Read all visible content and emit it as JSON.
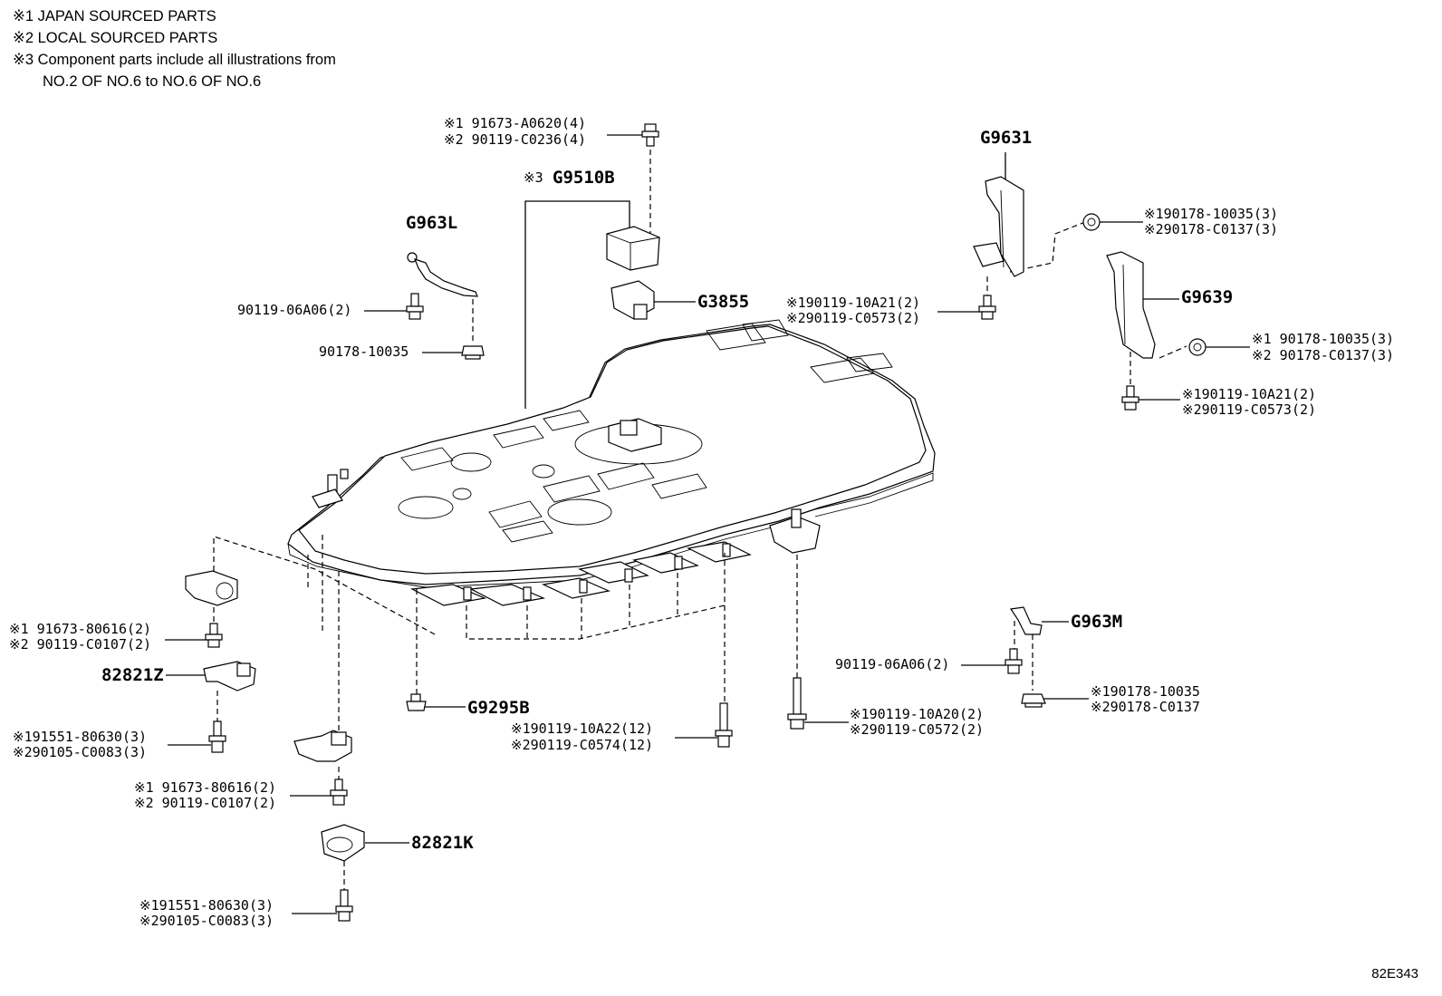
{
  "notes": [
    "※1 JAPAN SOURCED PARTS",
    "※2 LOCAL SOURCED PARTS",
    "※3 Component parts include all illustrations from",
    "NO.2 OF NO.6 to NO.6 OF NO.6"
  ],
  "labels": {
    "top_bolt_1": "※1 91673-A0620(4)",
    "top_bolt_2": "※2 90119-C0236(4)",
    "g9510b_prefix": "※3",
    "g9510b": "G9510B",
    "g963l": "G963L",
    "bolt_90119_06a06_left": "90119-06A06(2)",
    "nut_90178_10035": "90178-10035",
    "g3855": "G3855",
    "g9631": "G9631",
    "g9631_nut_1": "※190178-10035(3)",
    "g9631_nut_2": "※290178-C0137(3)",
    "g9631_bolt_1": "※190119-10A21(2)",
    "g9631_bolt_2": "※290119-C0573(2)",
    "g9639": "G9639",
    "g9639_nut_1": "※1 90178-10035(3)",
    "g9639_nut_2": "※2 90178-C0137(3)",
    "g9639_bolt_1": "※190119-10A21(2)",
    "g9639_bolt_2": "※290119-C0573(2)",
    "left_bolt_1": "※1 91673-80616(2)",
    "left_bolt_2": "※2 90119-C0107(2)",
    "p82821z": "82821Z",
    "left_bolt2_1": "※191551-80630(3)",
    "left_bolt2_2": "※290105-C0083(3)",
    "mid_bolt_1": "※1 91673-80616(2)",
    "mid_bolt_2": "※2 90119-C0107(2)",
    "p82821k": "82821K",
    "bot_bolt_1": "※191551-80630(3)",
    "bot_bolt_2": "※290105-C0083(3)",
    "g9295b": "G9295B",
    "center_bolt_1": "※190119-10A22(12)",
    "center_bolt_2": "※290119-C0574(12)",
    "right_bolt_1": "※190119-10A20(2)",
    "right_bolt_2": "※290119-C0572(2)",
    "g963m": "G963M",
    "bolt_90119_06a06_right": "90119-06A06(2)",
    "g963m_nut_1": "※190178-10035",
    "g963m_nut_2": "※290178-C0137"
  },
  "reference_code": "82E343"
}
